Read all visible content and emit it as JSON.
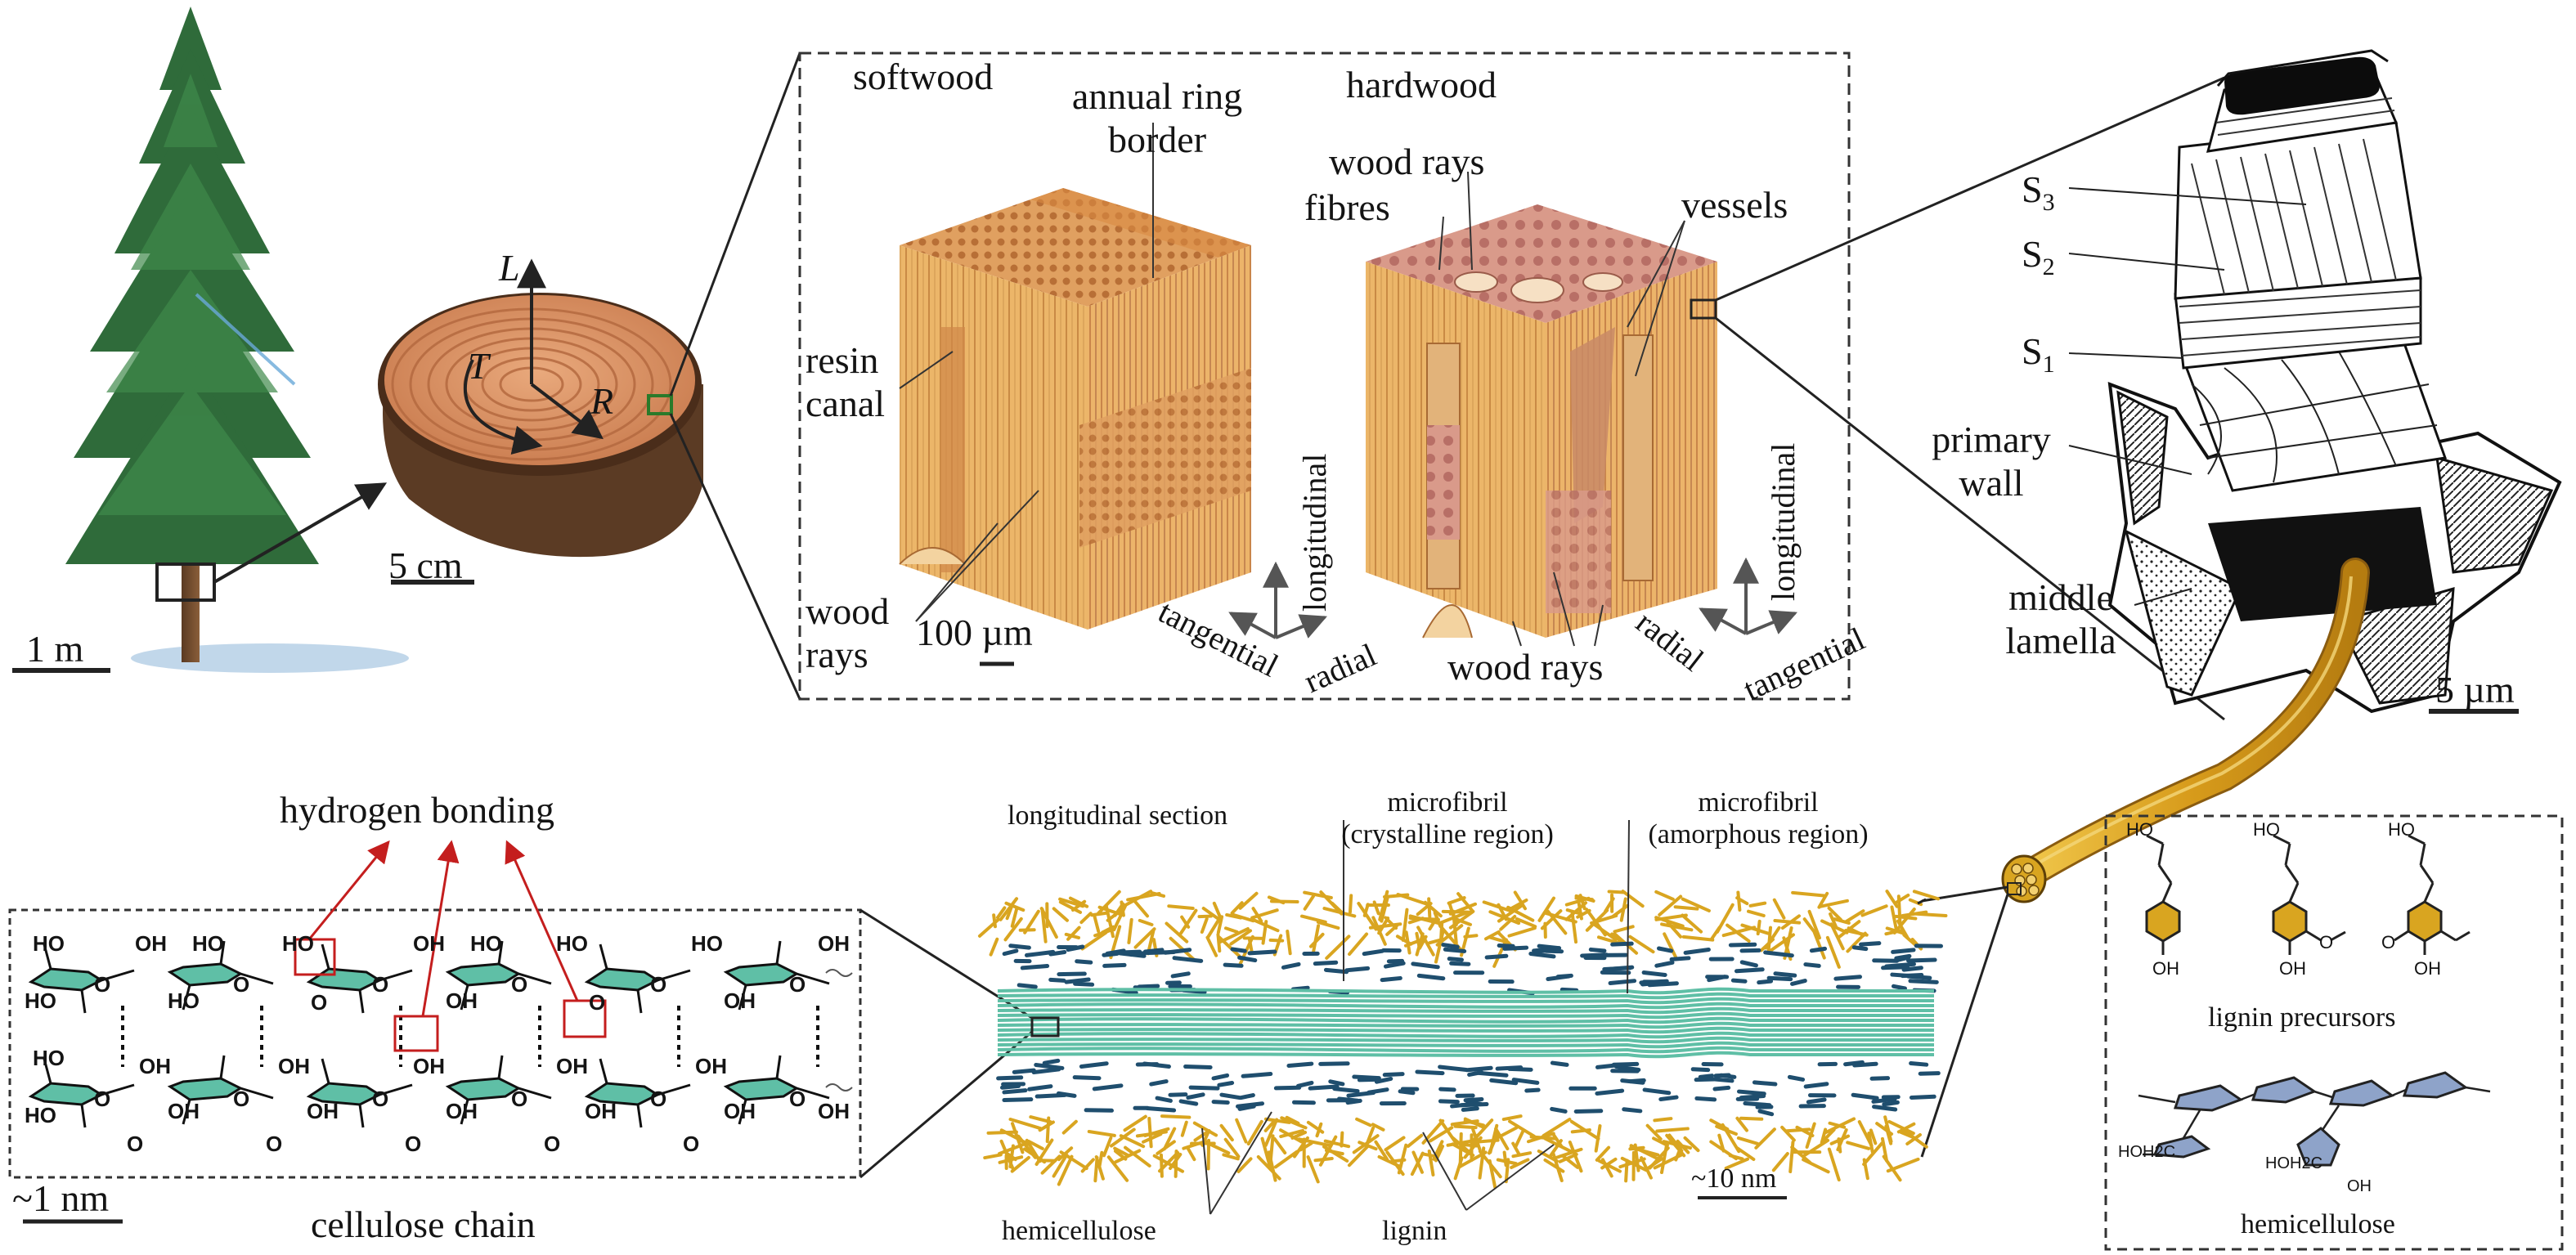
{
  "tree": {
    "scale": "1 m"
  },
  "disk": {
    "L": "L",
    "T": "T",
    "R": "R",
    "scale": "5 cm"
  },
  "tissue": {
    "softwood": "softwood",
    "hardwood": "hardwood",
    "annual_ring_border": [
      "annual ring",
      "border"
    ],
    "resin_canal": [
      "resin",
      "canal"
    ],
    "wood_rays_left": [
      "wood",
      "rays"
    ],
    "scale": "100 µm",
    "axes_left": {
      "longitudinal": "longitudinal",
      "tangential": "tangential",
      "radial": "radial"
    },
    "wood_rays_top": "wood rays",
    "fibres": "fibres",
    "vessels": "vessels",
    "wood_rays_bottom": "wood rays",
    "axes_right": {
      "longitudinal": "longitudinal",
      "radial": "radial",
      "tangential": "tangential"
    }
  },
  "cell_wall": {
    "s3": "S",
    "s3_sub": "3",
    "s2": "S",
    "s2_sub": "2",
    "s1": "S",
    "s1_sub": "1",
    "primary_wall": [
      "primary",
      "wall"
    ],
    "middle_lamella": [
      "middle",
      "lamella"
    ],
    "scale": "5 µm"
  },
  "cellulose": {
    "hydrogen_bonding": "hydrogen bonding",
    "chain": "cellulose chain",
    "scale": "~1 nm",
    "groups": [
      "OH",
      "HO",
      "O"
    ]
  },
  "microfibril": {
    "longitudinal_section": "longitudinal section",
    "crystalline": [
      "microfibril",
      "(crystalline region)"
    ],
    "amorphous": [
      "microfibril",
      "(amorphous region)"
    ],
    "hemicellulose": "hemicellulose",
    "lignin": "lignin",
    "scale": "~10 nm"
  },
  "precursors": {
    "lignin_precursors": "lignin precursors",
    "hemicellulose": "hemicellulose",
    "groups": [
      "HO",
      "OH",
      "O",
      "HOH2C"
    ]
  },
  "colors": {
    "lignin": "#d9a520",
    "hemicellulose": "#1f4e6e",
    "cellulose": "#5fbfa6",
    "wood": "#e9b06a",
    "hardwood": "#d79a8c",
    "foliage": "#2f6b3a",
    "annotation": "#c41e1e"
  }
}
